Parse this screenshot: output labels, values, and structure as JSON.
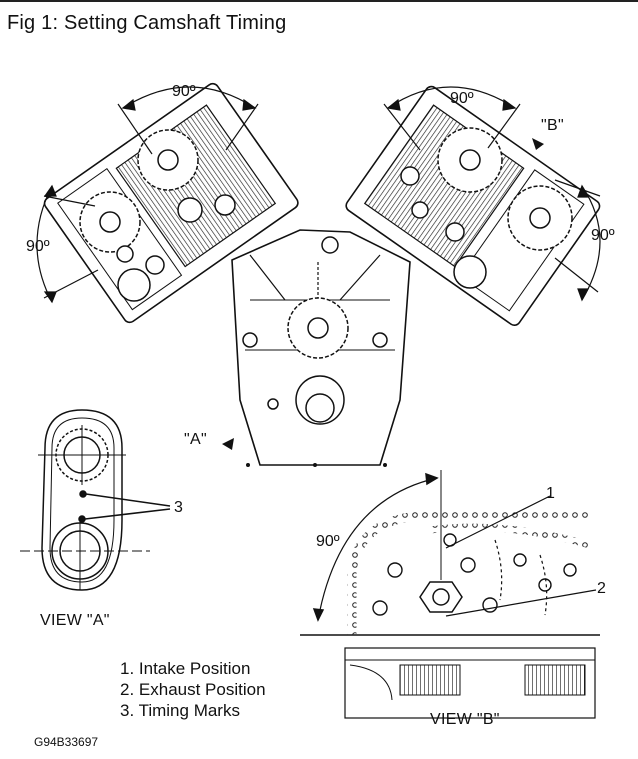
{
  "title": "Fig 1: Setting Camshaft Timing",
  "angles": {
    "top_left": "90º",
    "left": "90º",
    "top_right": "90º",
    "right": "90º",
    "view_b": "90º"
  },
  "view_labels": {
    "a_marker": "\"A\"",
    "b_marker": "\"B\"",
    "view_a": "VIEW \"A\"",
    "view_b": "VIEW \"B\""
  },
  "callouts": {
    "c1": "1",
    "c2": "2",
    "c3": "3"
  },
  "legend": [
    "1. Intake Position",
    "2. Exhaust Position",
    "3. Timing Marks"
  ],
  "figure_code": "G94B33697"
}
